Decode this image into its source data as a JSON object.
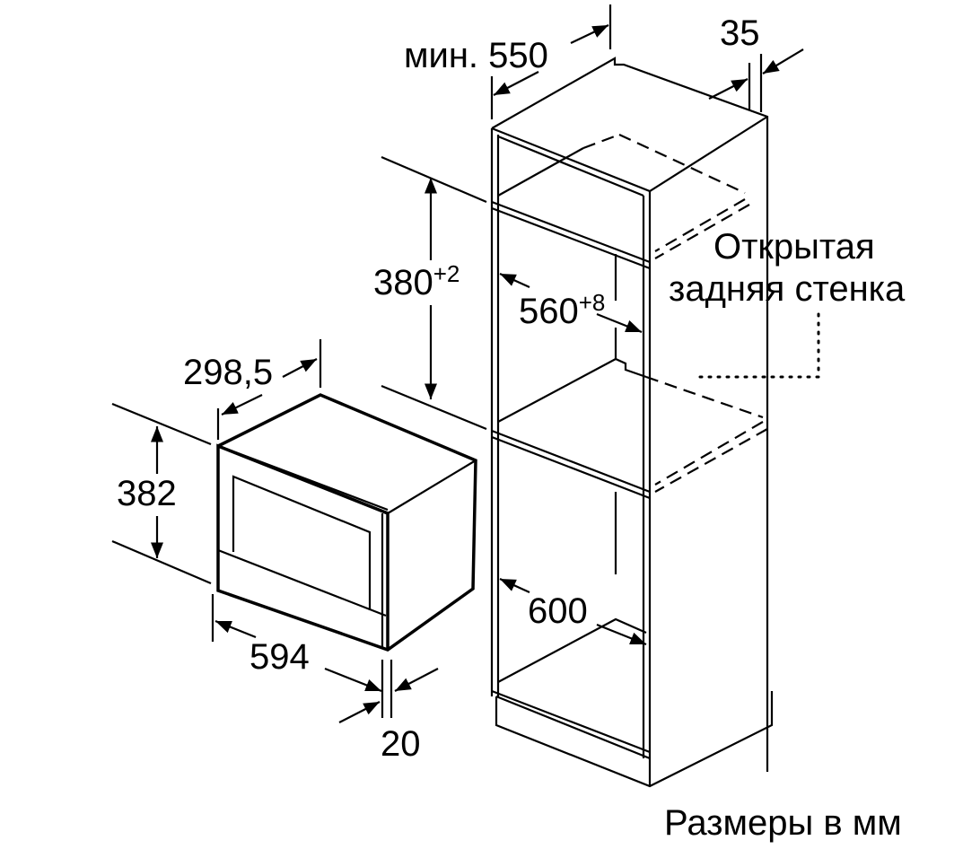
{
  "dimensions": {
    "min_depth_prefix": "мин.",
    "min_depth": "550",
    "rear_gap": "35",
    "niche_height": "380",
    "niche_height_tol": "+2",
    "niche_width": "560",
    "niche_width_tol": "+8",
    "cabinet_width": "600",
    "device_depth": "298,5",
    "device_height": "382",
    "device_width": "594",
    "front_thickness": "20"
  },
  "labels": {
    "open_back_line1": "Открытая",
    "open_back_line2": "задняя стенка",
    "units_note": "Размеры в мм"
  }
}
